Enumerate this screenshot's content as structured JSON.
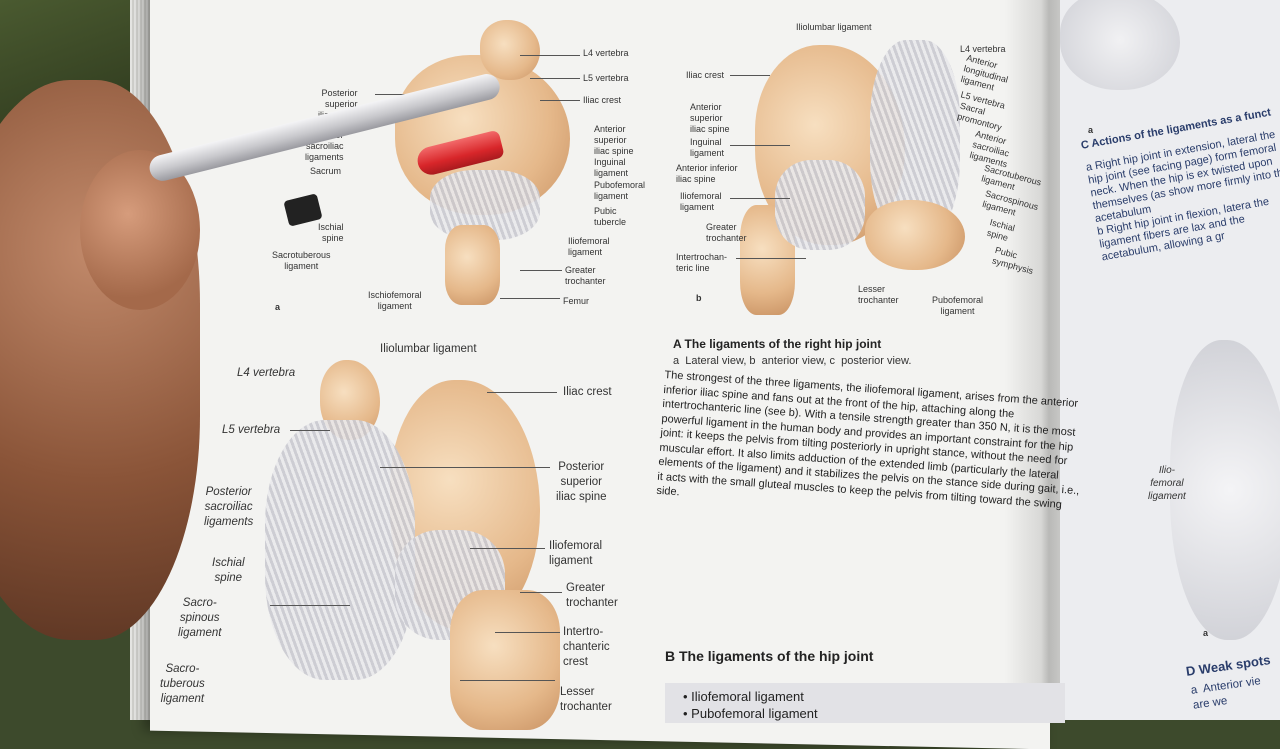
{
  "fig_a": {
    "labels": [
      {
        "t": "L4 vertebra"
      },
      {
        "t": "L5 vertebra"
      },
      {
        "t": "Iliac crest"
      },
      {
        "t": "Posterior\nsuperior\niliac spine"
      },
      {
        "t": "Posterior\nsacroiliac\nligaments"
      },
      {
        "t": "Sacrum"
      },
      {
        "t": "Anterior\nsuperior\niliac spine"
      },
      {
        "t": "Inguinal\nligament"
      },
      {
        "t": "Pubofemoral\nligament"
      },
      {
        "t": "Pubic\ntubercle"
      },
      {
        "t": "Ischial\nspine"
      },
      {
        "t": "Sacrotuberous\nligament"
      },
      {
        "t": "Iliofemoral\nligament"
      },
      {
        "t": "Greater\ntrochanter"
      },
      {
        "t": "Ischiofemoral\nligament"
      },
      {
        "t": "Femur"
      }
    ],
    "panel_letter": "a"
  },
  "fig_b": {
    "labels": [
      {
        "t": "Iliolumbar ligament"
      },
      {
        "t": "L4 vertebra"
      },
      {
        "t": "Anterior\nlongitudinal\nligament"
      },
      {
        "t": "L5 vertebra"
      },
      {
        "t": "Iliac crest"
      },
      {
        "t": "Sacral\npromontory"
      },
      {
        "t": "Anterior\nsuperior\niliac spine"
      },
      {
        "t": "Anterior\nsacroiliac\nligaments"
      },
      {
        "t": "Inguinal\nligament"
      },
      {
        "t": "Anterior inferior\niliac spine"
      },
      {
        "t": "Sacrotuberous\nligament"
      },
      {
        "t": "Iliofemoral\nligament"
      },
      {
        "t": "Sacrospinous\nligament"
      },
      {
        "t": "Greater\ntrochanter"
      },
      {
        "t": "Ischial\nspine"
      },
      {
        "t": "Intertrochan-\nteric line"
      },
      {
        "t": "Pubic\nsymphysis"
      },
      {
        "t": "Lesser\ntrochanter"
      },
      {
        "t": "Pubofemoral\nligament"
      }
    ],
    "panel_letter": "b"
  },
  "fig_c": {
    "labels": [
      {
        "t": "Iliolumbar ligament"
      },
      {
        "t": "L4 vertebra"
      },
      {
        "t": "Iliac crest"
      },
      {
        "t": "L5 vertebra"
      },
      {
        "t": "Posterior\nsuperior\niliac spine"
      },
      {
        "t": "Posterior\nsacroiliac\nligaments"
      },
      {
        "t": "Iliofemoral\nligament"
      },
      {
        "t": "Ischial\nspine"
      },
      {
        "t": "Greater\ntrochanter"
      },
      {
        "t": "Sacro-\nspinous\nligament"
      },
      {
        "t": "Intertro-\nchanteric\ncrest"
      },
      {
        "t": "Sacro-\ntuberous\nligament"
      },
      {
        "t": "Lesser\ntrochanter"
      }
    ]
  },
  "caption_a": {
    "title": "A  The ligaments of the right hip joint",
    "subtitle": "a  Lateral view, b  anterior view, c  posterior view.",
    "body": "The strongest of the three ligaments, the iliofemoral ligament, arises from the anterior inferior iliac spine and fans out at the front of the hip, attaching along the intertrochanteric line (see b). With a tensile strength greater than 350 N, it is the most powerful ligament in the human body and provides an important constraint for the hip joint: it keeps the pelvis from tilting posteriorly in upright stance, without the need for muscular effort. It also limits adduction of the extended limb (particularly the lateral elements of the ligament) and it stabilizes the pelvis on the stance side during gait, i.e., it acts with the small gluteal muscles to keep the pelvis from tilting toward the swing side."
  },
  "section_b": {
    "title": "B  The ligaments of the hip joint",
    "items": [
      "• Iliofemoral ligament",
      "• Pubofemoral ligament"
    ]
  },
  "right_page": {
    "panel_a": "a",
    "title": "C  Actions of the ligaments as a funct",
    "text": "a  Right hip joint in extension, lateral the hip joint (see facing page) form femoral neck. When the hip is ex twisted upon themselves (as show more firmly into the acetabulum\nb  Right hip joint in flexion, latera the ligament fibers are lax and the acetabulum, allowing a gr",
    "bottom_label": "Ilio-\nfemoral\nligament",
    "bottom_panel": "a",
    "weak_spots": "D  Weak spots",
    "bottom_text": "a  Anterior vie\nare we"
  }
}
